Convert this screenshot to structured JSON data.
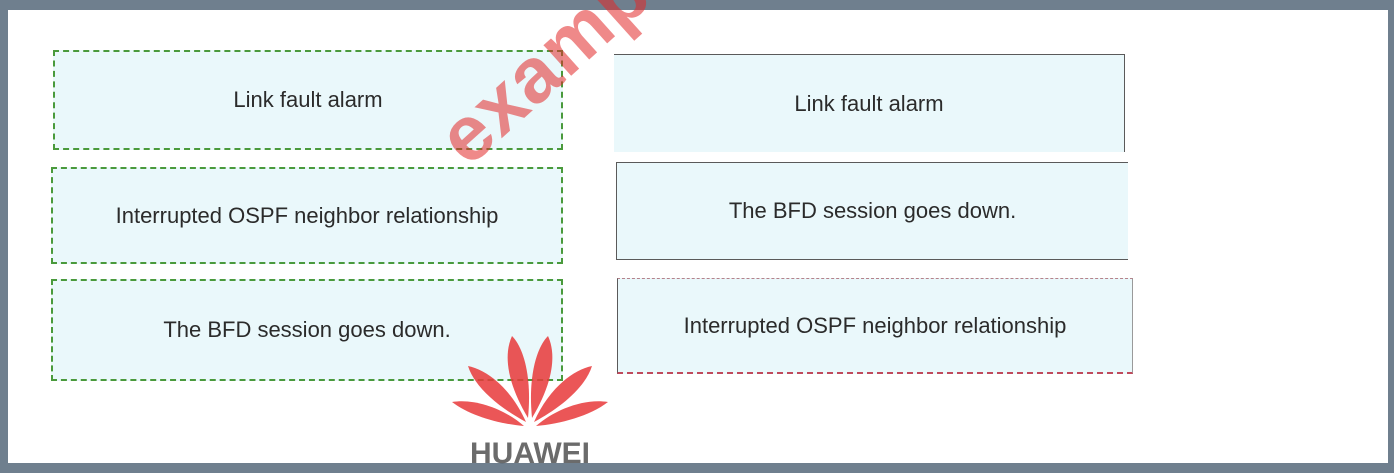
{
  "left_column": [
    {
      "label": "Link fault alarm"
    },
    {
      "label": "Interrupted OSPF neighbor relationship"
    },
    {
      "label": "The BFD session goes down."
    }
  ],
  "right_column": [
    {
      "label": "Link fault alarm"
    },
    {
      "label": "The BFD session goes down."
    },
    {
      "label": "Interrupted OSPF neighbor relationship"
    }
  ],
  "watermark": {
    "text": "exampdfdumps.com",
    "logo_text": "HUAWEI"
  },
  "colors": {
    "frame": "#6f7f8e",
    "box_fill": "#eaf8fb",
    "source_border": "#4a9a3c",
    "target_border": "#5a5a5a",
    "highlight_border": "#c04a5c",
    "logo_red": "#e8393a"
  }
}
